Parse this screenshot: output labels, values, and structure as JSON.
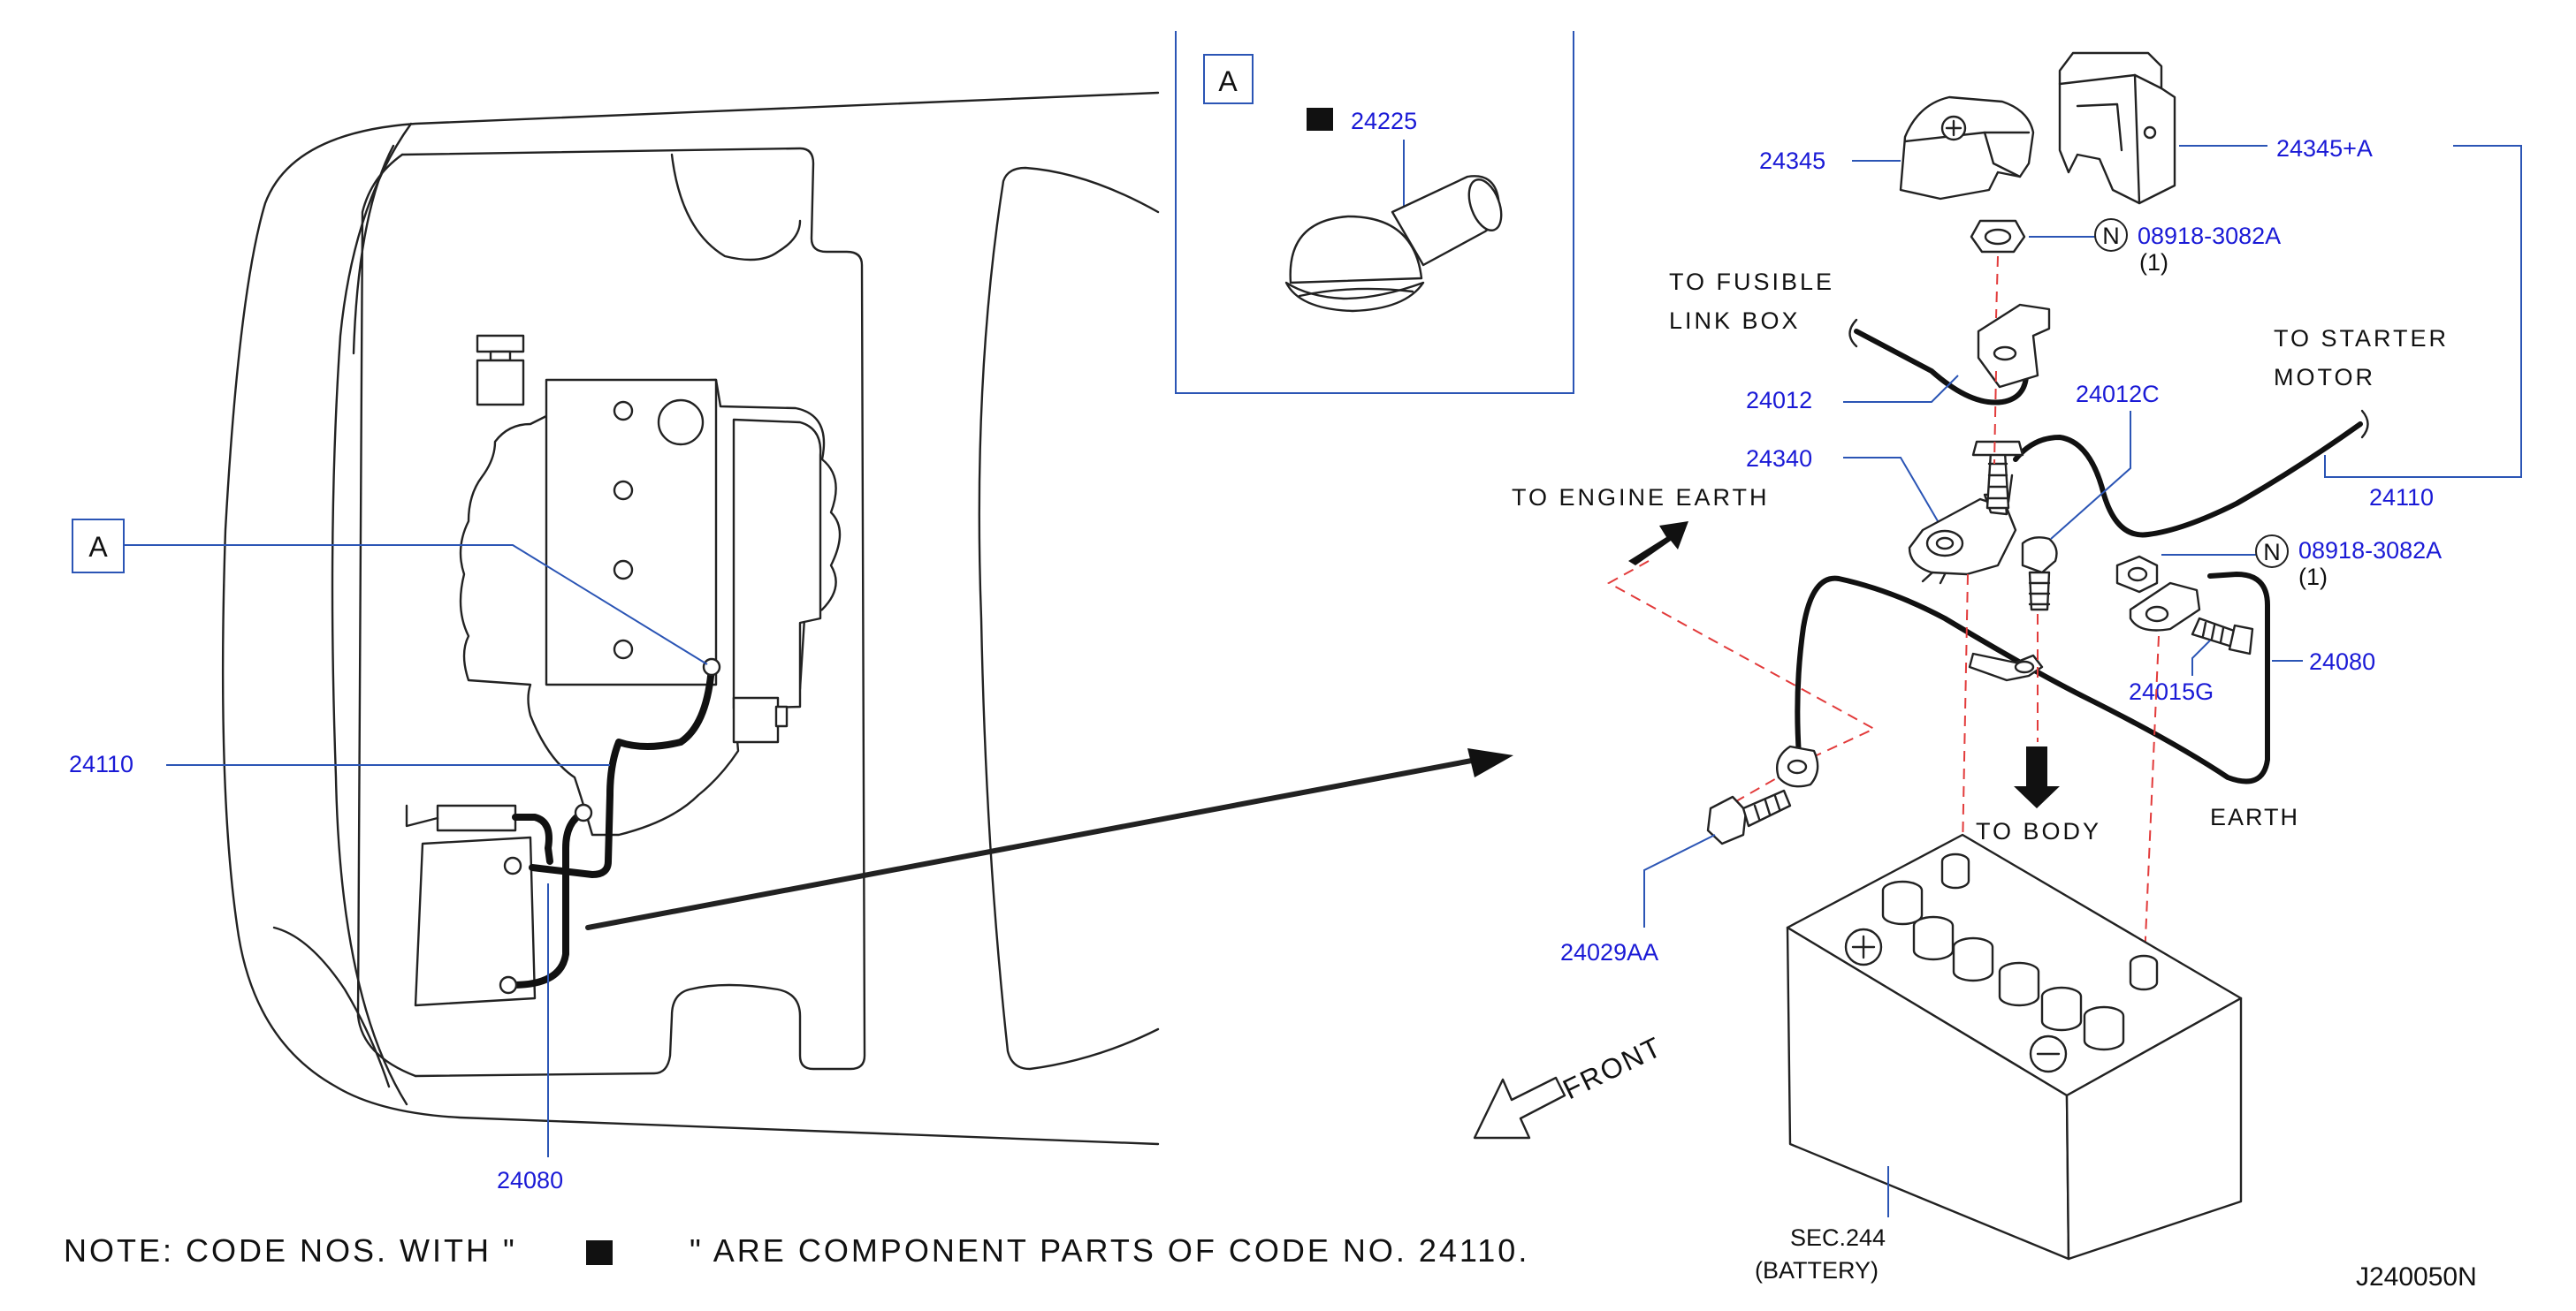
{
  "drawing_id": "J240050N",
  "note": {
    "prefix": "NOTE: CODE NOS. WITH \"",
    "suffix": "\" ARE COMPONENT PARTS OF CODE NO. 24110."
  },
  "view_marker": "A",
  "detail": {
    "label": "A",
    "part": "24225"
  },
  "parts": {
    "p24345": "24345",
    "p24345a": "24345+A",
    "p08918_top": "08918-3082A",
    "qty_top": "(1)",
    "p08918_mid": "08918-3082A",
    "qty_mid": "(1)",
    "nut_symbol": "N",
    "p24012": "24012",
    "p24012c": "24012C",
    "p24340": "24340",
    "p24110_right": "24110",
    "p24110_left": "24110",
    "p24080_right": "24080",
    "p24080_left": "24080",
    "p24015g": "24015G",
    "p24029aa": "24029AA"
  },
  "callouts": {
    "fusible_1": "TO FUSIBLE",
    "fusible_2": "LINK BOX",
    "starter_1": "TO STARTER",
    "starter_2": "MOTOR",
    "engine_earth": "TO ENGINE EARTH",
    "body": "TO BODY",
    "earth": "EARTH",
    "front": "FRONT",
    "battery_sec": "SEC.244",
    "battery_name": "(BATTERY)"
  },
  "colors": {
    "part_number": "#1a1ad6",
    "leader": "#2b55b5",
    "centerline": "#e23b3b",
    "linework": "#222222"
  }
}
